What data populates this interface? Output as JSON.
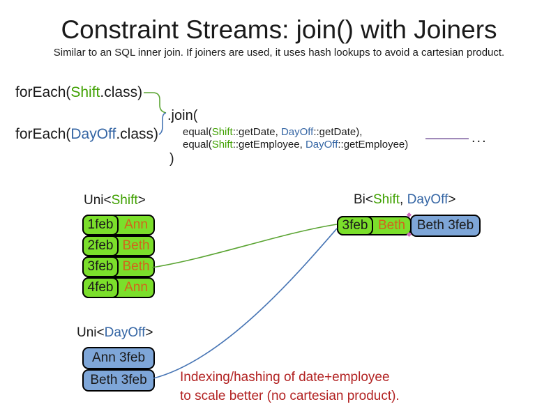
{
  "title": "Constraint Streams: join() with Joiners",
  "subtitle": "Similar to an SQL inner join. If joiners are used, it uses hash lookups to avoid a cartesian product.",
  "code": {
    "foreach_shift": {
      "fn": "forEach(",
      "cls": "Shift",
      "rest": ".class)"
    },
    "foreach_dayoff": {
      "fn": "forEach(",
      "cls": "DayOff",
      "rest": ".class)"
    },
    "join_open": ".join(",
    "joiner1": {
      "pre": "equal(",
      "shift": "Shift",
      "mid": "::getDate, ",
      "dayoff": "DayOff",
      "post": "::getDate),"
    },
    "joiner2": {
      "pre": "equal(",
      "shift": "Shift",
      "mid": "::getEmployee, ",
      "dayoff": "DayOff",
      "post": "::getEmployee)"
    },
    "join_close": ")",
    "ellipsis": "..."
  },
  "uni_shift": {
    "header": {
      "pre": "Uni<",
      "type": "Shift",
      "post": ">"
    },
    "rows": [
      {
        "date": "1feb",
        "name": "Ann"
      },
      {
        "date": "2feb",
        "name": "Beth"
      },
      {
        "date": "3feb",
        "name": "Beth"
      },
      {
        "date": "4feb",
        "name": "Ann"
      }
    ]
  },
  "bi": {
    "header": {
      "pre": "Bi<",
      "type1": "Shift",
      "sep": ", ",
      "type2": "DayOff",
      "post": ">"
    },
    "row": {
      "date": "3feb",
      "name": "Beth",
      "dayoff": "Beth 3feb"
    }
  },
  "uni_dayoff": {
    "header": {
      "pre": "Uni<",
      "type": "DayOff",
      "post": ">"
    },
    "rows": [
      {
        "label": "Ann 3feb"
      },
      {
        "label": "Beth 3feb"
      }
    ]
  },
  "note": {
    "line1": "Indexing/hashing of date+employee",
    "line2": "to scale better (no cartesian product)."
  },
  "colors": {
    "shift_green_text": "#3fa000",
    "dayoff_blue_text": "#3465a4",
    "shift_green_fill": "#7bdf2b",
    "dayoff_blue_fill": "#7ea6d8",
    "employee_orange_text": "#d2641c",
    "note_red_text": "#b22222",
    "joiner_purple_line": "#8064a2",
    "green_connector": "#5aa432",
    "blue_connector": "#4674b4"
  }
}
